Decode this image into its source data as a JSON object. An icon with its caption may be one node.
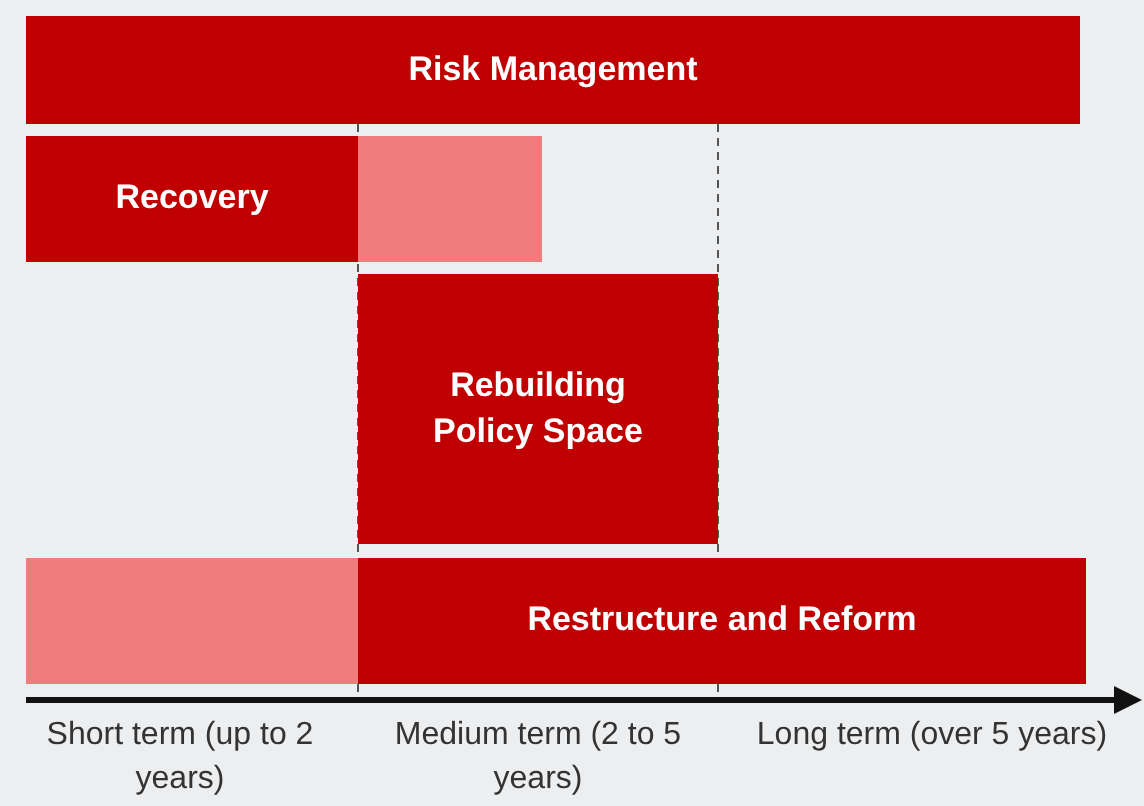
{
  "diagram": {
    "nodes": [
      {
        "text": [
          "Risk Management"
        ]
      },
      {
        "text": [
          "Recovery"
        ]
      },
      {
        "text": [],
        "shape": "bar"
      },
      {
        "text": [
          "Rebuilding Policy Space"
        ]
      },
      {
        "text": [],
        "shape": "bar"
      },
      {
        "text": [
          "Restructure and Reform"
        ]
      }
    ],
    "edges": [],
    "labels": [
      "Short term (up to 2 years)",
      "Medium term (2 to 5 years)",
      "Long term (over 5 years)"
    ]
  }
}
